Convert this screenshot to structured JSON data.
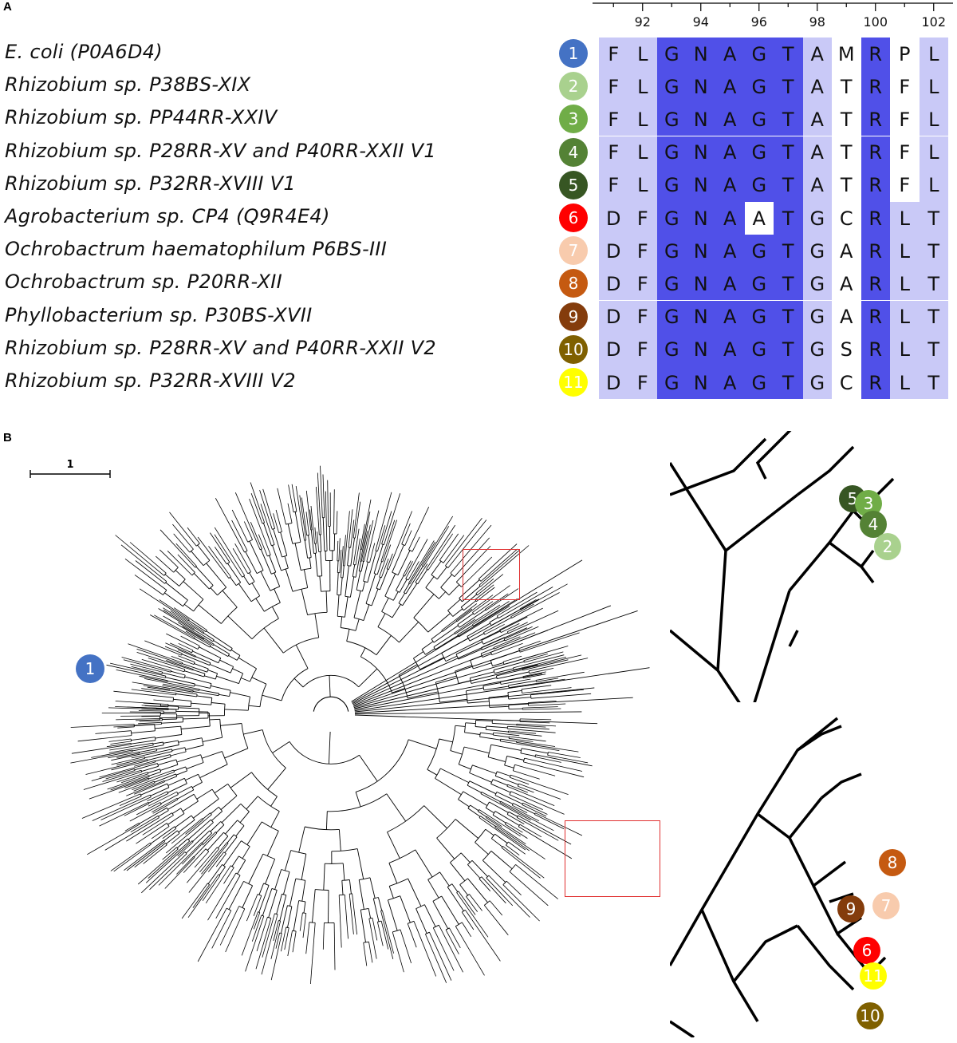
{
  "panel_a": {
    "letter": "A",
    "positions": [
      "92",
      "94",
      "96",
      "98",
      "100",
      "102"
    ],
    "columns": 12,
    "rows": [
      {
        "name": "E. coli (P0A6D4)",
        "num": "1",
        "color": "#4472c4",
        "seq": [
          "F",
          "L",
          "G",
          "N",
          "A",
          "G",
          "T",
          "A",
          "M",
          "R",
          "P",
          "L"
        ],
        "bg": [
          "l",
          "l",
          "d",
          "d",
          "d",
          "d",
          "d",
          "l",
          "w",
          "d",
          "w",
          "l"
        ]
      },
      {
        "name": "Rhizobium sp. P38BS-XIX",
        "num": "2",
        "color": "#a9d18e",
        "seq": [
          "F",
          "L",
          "G",
          "N",
          "A",
          "G",
          "T",
          "A",
          "T",
          "R",
          "F",
          "L"
        ],
        "bg": [
          "l",
          "l",
          "d",
          "d",
          "d",
          "d",
          "d",
          "l",
          "w",
          "d",
          "w",
          "l"
        ]
      },
      {
        "name": "Rhizobium sp. PP44RR-XXIV",
        "num": "3",
        "color": "#70ad47",
        "seq": [
          "F",
          "L",
          "G",
          "N",
          "A",
          "G",
          "T",
          "A",
          "T",
          "R",
          "F",
          "L"
        ],
        "bg": [
          "l",
          "l",
          "d",
          "d",
          "d",
          "d",
          "d",
          "l",
          "w",
          "d",
          "w",
          "l"
        ]
      },
      {
        "name": "Rhizobium sp. P28RR-XV and P40RR-XXII V1",
        "num": "4",
        "color": "#548235",
        "seq": [
          "F",
          "L",
          "G",
          "N",
          "A",
          "G",
          "T",
          "A",
          "T",
          "R",
          "F",
          "L"
        ],
        "bg": [
          "l",
          "l",
          "d",
          "d",
          "d",
          "d",
          "d",
          "l",
          "w",
          "d",
          "w",
          "l"
        ]
      },
      {
        "name": "Rhizobium sp. P32RR-XVIII V1",
        "num": "5",
        "color": "#375623",
        "seq": [
          "F",
          "L",
          "G",
          "N",
          "A",
          "G",
          "T",
          "A",
          "T",
          "R",
          "F",
          "L"
        ],
        "bg": [
          "l",
          "l",
          "d",
          "d",
          "d",
          "d",
          "d",
          "l",
          "w",
          "d",
          "w",
          "l"
        ]
      },
      {
        "name": "Agrobacterium sp. CP4 (Q9R4E4)",
        "num": "6",
        "color": "#ff0000",
        "seq": [
          "D",
          "F",
          "G",
          "N",
          "A",
          "A",
          "T",
          "G",
          "C",
          "R",
          "L",
          "T"
        ],
        "bg": [
          "l",
          "l",
          "d",
          "d",
          "d",
          "w",
          "d",
          "l",
          "w",
          "d",
          "l",
          "l"
        ]
      },
      {
        "name": "Ochrobactrum haematophilum P6BS-III",
        "num": "7",
        "color": "#f8cbad",
        "seq": [
          "D",
          "F",
          "G",
          "N",
          "A",
          "G",
          "T",
          "G",
          "A",
          "R",
          "L",
          "T"
        ],
        "bg": [
          "l",
          "l",
          "d",
          "d",
          "d",
          "d",
          "d",
          "l",
          "w",
          "d",
          "l",
          "l"
        ]
      },
      {
        "name": "Ochrobactrum sp. P20RR-XII",
        "num": "8",
        "color": "#c55a11",
        "seq": [
          "D",
          "F",
          "G",
          "N",
          "A",
          "G",
          "T",
          "G",
          "A",
          "R",
          "L",
          "T"
        ],
        "bg": [
          "l",
          "l",
          "d",
          "d",
          "d",
          "d",
          "d",
          "l",
          "w",
          "d",
          "l",
          "l"
        ]
      },
      {
        "name": "Phyllobacterium sp. P30BS-XVII",
        "num": "9",
        "color": "#843c0c",
        "seq": [
          "D",
          "F",
          "G",
          "N",
          "A",
          "G",
          "T",
          "G",
          "A",
          "R",
          "L",
          "T"
        ],
        "bg": [
          "l",
          "l",
          "d",
          "d",
          "d",
          "d",
          "d",
          "l",
          "w",
          "d",
          "l",
          "l"
        ]
      },
      {
        "name": "Rhizobium sp. P28RR-XV and P40RR-XXII V2",
        "num": "10",
        "color": "#7f6000",
        "seq": [
          "D",
          "F",
          "G",
          "N",
          "A",
          "G",
          "T",
          "G",
          "S",
          "R",
          "L",
          "T"
        ],
        "bg": [
          "l",
          "l",
          "d",
          "d",
          "d",
          "d",
          "d",
          "l",
          "w",
          "d",
          "l",
          "l"
        ]
      },
      {
        "name": "Rhizobium sp. P32RR-XVIII V2",
        "num": "11",
        "color": "#ffff00",
        "seq": [
          "D",
          "F",
          "G",
          "N",
          "A",
          "G",
          "T",
          "G",
          "C",
          "R",
          "L",
          "T"
        ],
        "bg": [
          "l",
          "l",
          "d",
          "d",
          "d",
          "d",
          "d",
          "l",
          "w",
          "d",
          "l",
          "l"
        ]
      }
    ],
    "shade_colors": {
      "light": "#c9c9f7",
      "dark": "#5050e8",
      "white": "#ffffff"
    }
  },
  "panel_b": {
    "letter": "B",
    "scale_label": "1",
    "highlight_color": "#e03030",
    "tree_color": "#000000",
    "tree_badge_1": "1",
    "zoom_top_badges": [
      "5",
      "3",
      "4",
      "2"
    ],
    "zoom_bottom_badges": [
      "8",
      "7",
      "9",
      "6",
      "11",
      "10"
    ]
  }
}
